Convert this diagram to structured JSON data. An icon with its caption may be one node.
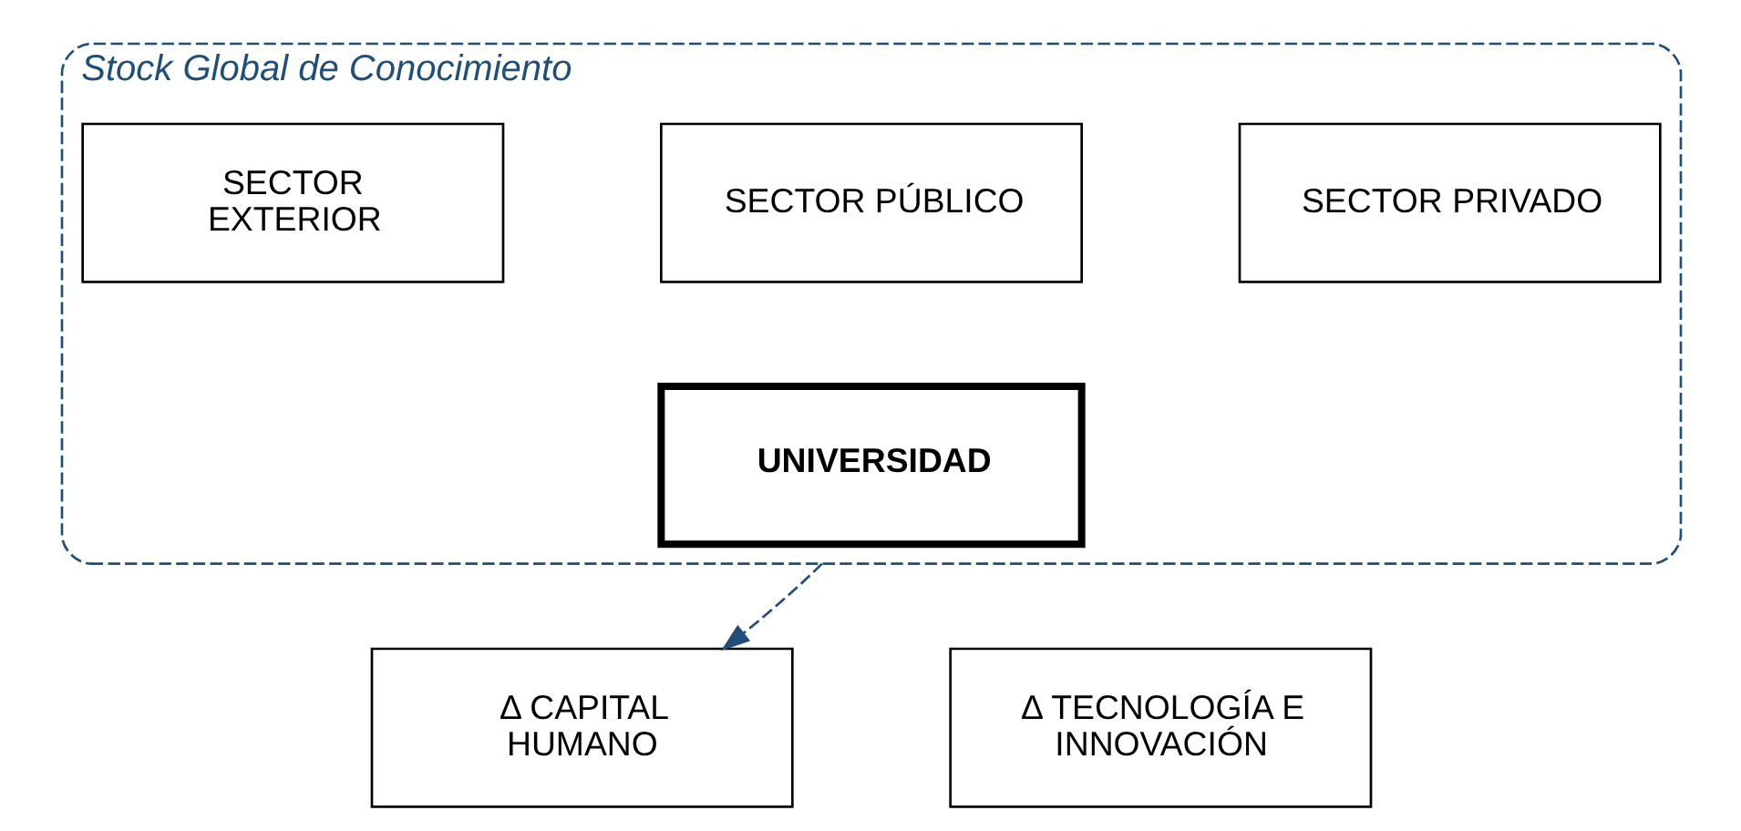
{
  "diagram": {
    "nodes": [
      {
        "text": [
          "Stock Global de Conocimiento"
        ]
      },
      {
        "text": [
          "SECTOR PRIVADO"
        ],
        "in": 0
      },
      {
        "text": [
          "SECTOR PÚBLICO"
        ],
        "in": 0
      },
      {
        "text": [
          "SECTOR EXTERIOR"
        ],
        "in": 0
      },
      {
        "text": [
          "UNIVERSIDAD"
        ],
        "in": 0
      },
      {
        "text": [
          "Δ CAPITAL HUMANO"
        ]
      },
      {
        "text": [
          "Δ TECNOLOGÍA E INNOVACIÓN"
        ]
      }
    ],
    "edges": [
      {
        "from": 0,
        "to": 5,
        "arrow": "to",
        "style": "dashed",
        "color": "#1f4e79"
      }
    ]
  }
}
